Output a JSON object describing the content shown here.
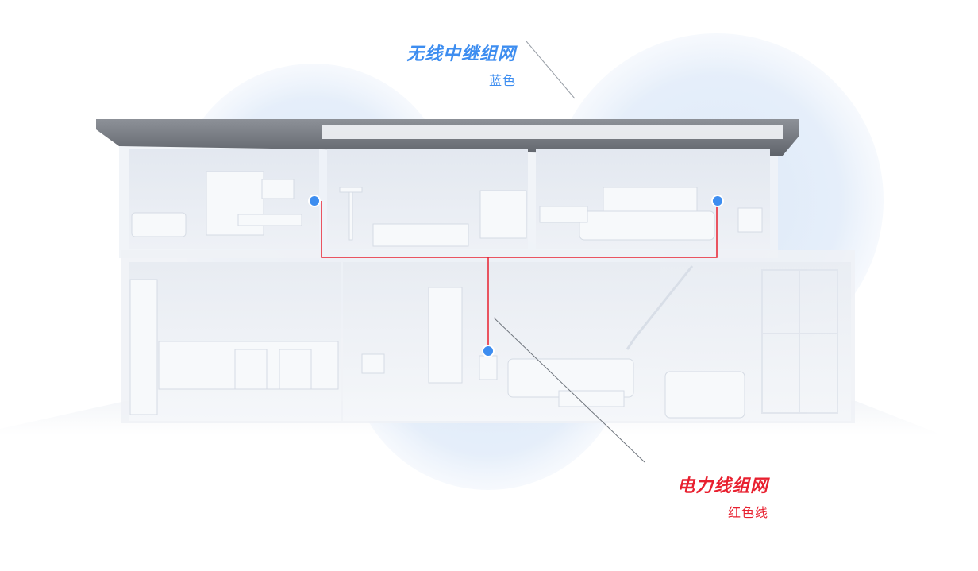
{
  "wireless": {
    "title": "无线中继组网",
    "subtitle": "蓝色"
  },
  "powerline": {
    "title": "电力线组网",
    "subtitle": "红色线"
  },
  "colors": {
    "wireless_blue": "#3d8df0",
    "coverage_blue": "#dbe8f8",
    "powerline_red": "#e8202f",
    "roof": "#7b7f86",
    "wall": "#eef1f6",
    "room": "#e4e9f1"
  },
  "icons": {
    "node": "wireless-node-dot-icon"
  }
}
